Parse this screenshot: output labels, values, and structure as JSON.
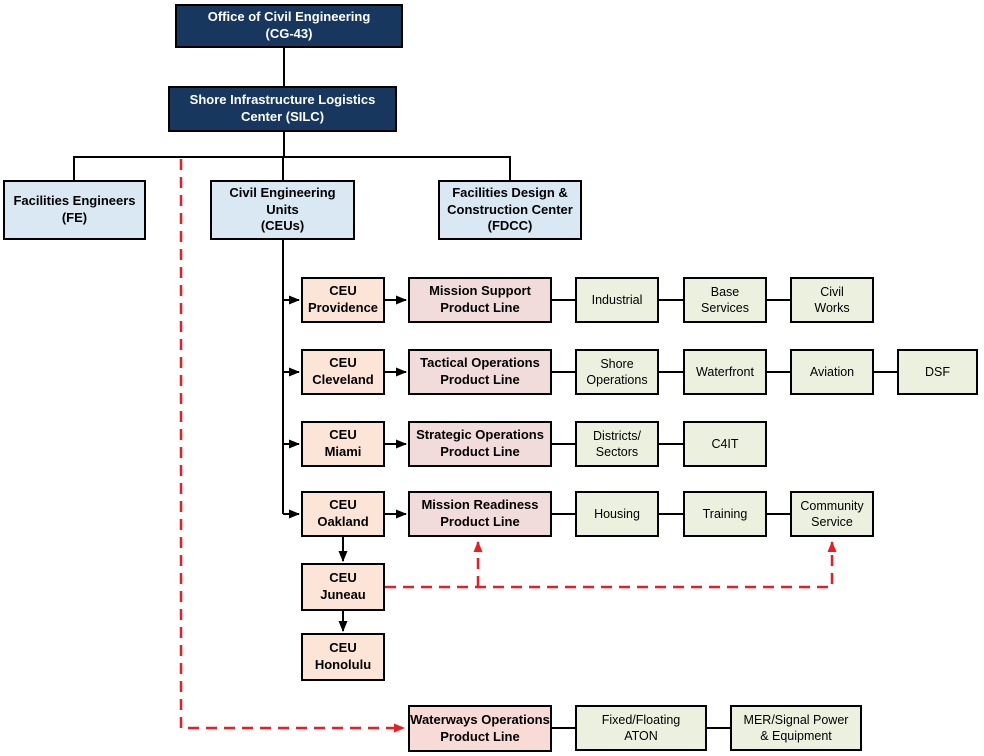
{
  "diagram": {
    "type": "org-chart",
    "description": "Office of Civil Engineering (CG-43) shore infrastructure organization chart"
  },
  "colors": {
    "navy": "#17375E",
    "lightblue": "#D9E8F3",
    "peach": "#FCE4D6",
    "pink": "#F2DCDB",
    "pink2": "#F8DAD6",
    "green": "#EBF1DE",
    "line": "#000000",
    "red": "#EC1C24"
  },
  "nodes": {
    "cg43": {
      "label": "Office of Civil Engineering\n(CG-43)"
    },
    "silc": {
      "label": "Shore Infrastructure Logistics\nCenter (SILC)"
    },
    "fe": {
      "label": "Facilities Engineers\n(FE)"
    },
    "ceus": {
      "label": "Civil Engineering\nUnits\n(CEUs)"
    },
    "fdcc": {
      "label": "Facilities Design &\nConstruction Center\n(FDCC)"
    },
    "ceu_providence": {
      "label": "CEU\nProvidence"
    },
    "ceu_cleveland": {
      "label": "CEU\nCleveland"
    },
    "ceu_miami": {
      "label": "CEU\nMiami"
    },
    "ceu_oakland": {
      "label": "CEU\nOakland"
    },
    "ceu_juneau": {
      "label": "CEU\nJuneau"
    },
    "ceu_honolulu": {
      "label": "CEU\nHonolulu"
    },
    "pl_mission_support": {
      "label": "Mission Support\nProduct Line"
    },
    "pl_tactical_operations": {
      "label": "Tactical Operations\nProduct Line"
    },
    "pl_strategic_operations": {
      "label": "Strategic Operations\nProduct Line"
    },
    "pl_mission_readiness": {
      "label": "Mission Readiness\nProduct Line"
    },
    "pl_waterways_operations": {
      "label": "Waterways Operations\nProduct Line"
    },
    "industrial": {
      "label": "Industrial"
    },
    "base_services": {
      "label": "Base\nServices"
    },
    "civil_works": {
      "label": "Civil\nWorks"
    },
    "shore_operations": {
      "label": "Shore\nOperations"
    },
    "waterfront": {
      "label": "Waterfront"
    },
    "aviation": {
      "label": "Aviation"
    },
    "dsf": {
      "label": "DSF"
    },
    "districts_sectors": {
      "label": "Districts/\nSectors"
    },
    "c4it": {
      "label": "C4IT"
    },
    "housing": {
      "label": "Housing"
    },
    "training": {
      "label": "Training"
    },
    "community_service": {
      "label": "Community\nService"
    },
    "fixed_floating_aton": {
      "label": "Fixed/Floating\nATON"
    },
    "mer_signal_power": {
      "label": "MER/Signal Power\n& Equipment"
    }
  }
}
